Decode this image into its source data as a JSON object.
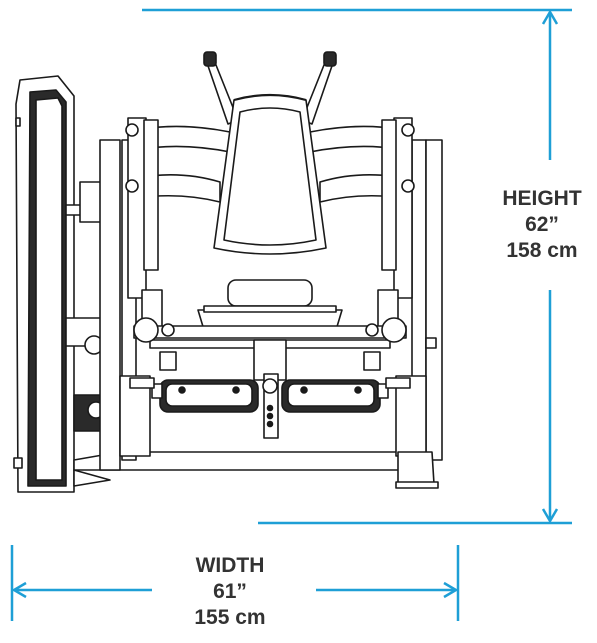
{
  "colors": {
    "dimension_line": "#1e9fd6",
    "label_text": "#333333",
    "machine_stroke": "#1a1a1a",
    "machine_fill": "#ffffff",
    "machine_dark": "#2a2a2a"
  },
  "dimensions": {
    "height": {
      "title": "HEIGHT",
      "inches": "62”",
      "cm": "158 cm"
    },
    "width": {
      "title": "WIDTH",
      "inches": "61”",
      "cm": "155 cm"
    }
  },
  "illustration": {
    "subject": "seated-press-machine-front-view"
  }
}
